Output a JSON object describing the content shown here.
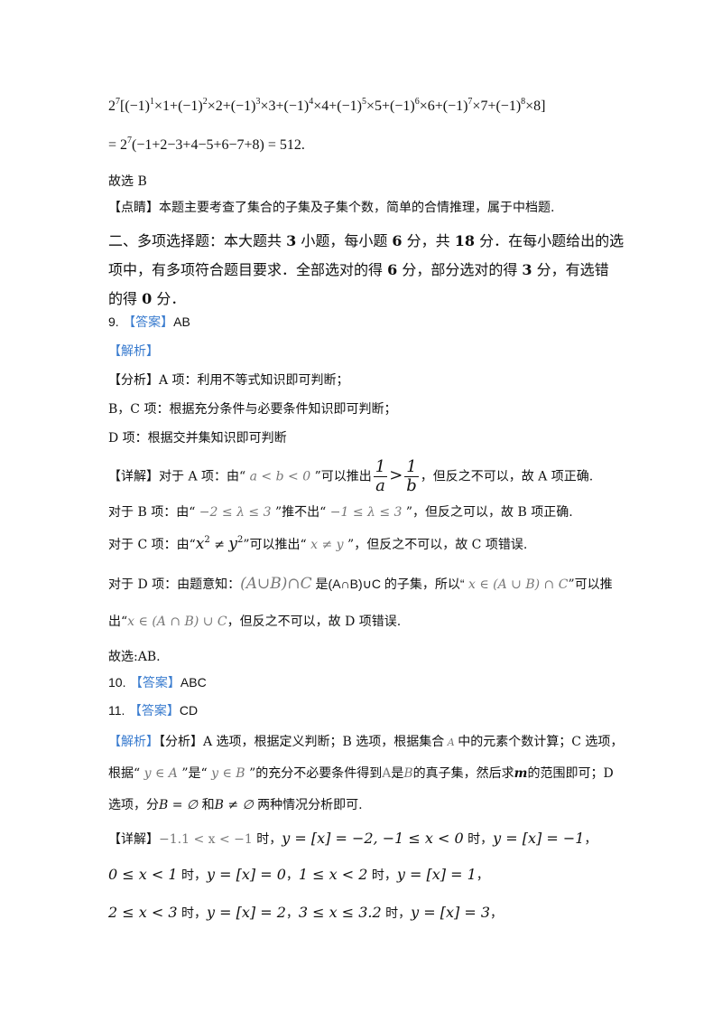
{
  "line1": {
    "base": "2",
    "exp": "7",
    "open": "[",
    "t1a": "(−1)",
    "t1e": "1",
    "t1b": "×1+",
    "t2a": "(−1)",
    "t2e": "2",
    "t2b": "×2+",
    "t3a": "(−1)",
    "t3e": "3",
    "t3b": "×3+",
    "t4a": "(−1)",
    "t4e": "4",
    "t4b": "×4+",
    "t5a": "(−1)",
    "t5e": "5",
    "t5b": "×5+",
    "t6a": "(−1)",
    "t6e": "6",
    "t6b": "×6+",
    "t7a": "(−1)",
    "t7e": "7",
    "t7b": "×7+",
    "t8a": "(−1)",
    "t8e": "8",
    "t8b": "×8]"
  },
  "line2": {
    "pre": "= 2",
    "exp": "7",
    "post": "(−1+2−3+4−5+6−7+8) = 512",
    "dot": "."
  },
  "line3": "故选 B",
  "dianjing": "【点睛】本题主要考查了集合的子集及子集个数，简单的合情推理，属于中档题.",
  "section2": {
    "l1a": "二、多项选择题：本大题共 ",
    "l1b": "3",
    "l1c": " 小题，每小题 ",
    "l1d": "6",
    "l1e": " 分，共 ",
    "l1f": "18",
    "l1g": " 分．在每小题给出的选",
    "l2a": "项中，有多项符合题目要求．全部选对的得 ",
    "l2b": "6",
    "l2c": " 分，部分选对的得 ",
    "l2d": "3",
    "l2e": " 分，有选错",
    "l3a": "的得 ",
    "l3b": "0",
    "l3c": " 分．"
  },
  "q9": {
    "num": "9.",
    "tag": "【答案】",
    "ans": "AB"
  },
  "jiexi": "【解析】",
  "fenxi1": "【分析】A 项：利用不等式知识即可判断；",
  "fenxi2": "B，C 项：根据充分条件与必要条件知识即可判断；",
  "fenxi3": "D 项：根据交并集知识即可判断",
  "detA": {
    "a": "【详解】对于 A 项：由“",
    "m": " a < b < 0 ",
    "b": "”可以推出",
    "n1": "1",
    "d1": "a",
    "gt": ">",
    "n2": "1",
    "d2": "b",
    "c": "，但反之不可以，故 A 项正确."
  },
  "detB": {
    "a": "对于 B 项：由“",
    "m1": " −2 ≤ λ ≤ 3 ",
    "b": "”推不出“",
    "m2": " −1 ≤ λ ≤ 3 ",
    "c": "”，但反之可以，故 B 项正确."
  },
  "detC": {
    "a": "对于 C 项：由“",
    "m1": "x",
    "e1": "2",
    "ne": " ≠ ",
    "m2": "y",
    "e2": "2",
    "b": "”可以推出“",
    "m3": " x ≠ y ",
    "c": "”，但反之不可以，故 C 项错误."
  },
  "detD": {
    "a": "对于 D 项：由题意知：",
    "m1": "(A∪B)∩C",
    "b": " 是(A∩B)∪C 的子集，所以“",
    "m2": " x ∈ (A ∪ B) ∩ C",
    "c": "”可以推"
  },
  "detD2": {
    "a": "出“",
    "m": "x ∈ (A ∩ B) ∪ C",
    "b": "，但反之不可以，故 D 项错误."
  },
  "guxuan": "故选:AB.",
  "q10": {
    "num": "10.",
    "tag": "【答案】",
    "ans": "ABC"
  },
  "q11": {
    "num": "11.",
    "tag": "【答案】",
    "ans": "CD"
  },
  "q11j1": {
    "tag": "【解析】",
    "a": "【分析】A 选项，根据定义判断；B 选项，根据集合",
    "m": " A ",
    "b": "中的元素个数计算；C 选项，"
  },
  "q11j2": {
    "a": "根据“",
    "m1": " y ∈ A ",
    "b": "”是“",
    "m2": " y ∈ B ",
    "c": "”的充分不必要条件得到",
    "m3": "A",
    "d": "是",
    "m4": "B",
    "e": "的真子集，然后求",
    "m5": "m",
    "f": "的范围即可；D"
  },
  "q11j3": {
    "a": "选项，分",
    "m1": "B = ∅",
    "b": " 和",
    "m2": "B ≠ ∅",
    "c": " 两种情况分析即可."
  },
  "det11a": {
    "a": "【详解】",
    "m1": "−1.1 < x < −1",
    "b": " 时，",
    "m2": "y = [x] = −2, −1 ≤ x < 0",
    "c": " 时，",
    "m3": "y = [x] = −1",
    "d": "，"
  },
  "det11b": {
    "m1": "0 ≤ x < 1",
    "a": " 时，",
    "m2": "y = [x] = 0",
    "b": "，",
    "m3": "1 ≤ x < 2",
    "c": " 时，",
    "m4": "y = [x] = 1",
    "d": "，"
  },
  "det11c": {
    "m1": "2 ≤ x < 3",
    "a": " 时，",
    "m2": "y = [x] = 2",
    "b": "，",
    "m3": "3 ≤ x ≤ 3.2",
    "c": " 时，",
    "m4": "y = [x] = 3",
    "d": "，"
  }
}
